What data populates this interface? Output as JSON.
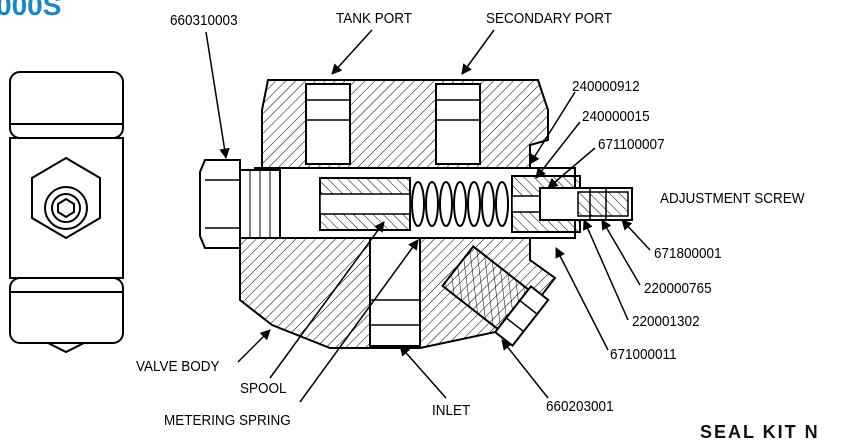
{
  "diagram": {
    "title_fragment": "000S",
    "corner_text_fragment": "SEAL KIT N",
    "accent_color": "#1a86c8",
    "labels": {
      "top_part": "660310003",
      "tank_port": "TANK PORT",
      "secondary_port": "SECONDARY PORT",
      "p240000912": "240000912",
      "p240000015": "240000015",
      "p671100007": "671100007",
      "adjustment_screw": "ADJUSTMENT SCREW",
      "p671800001": "671800001",
      "p220000765": "220000765",
      "p220001302": "220001302",
      "p671000011": "671000011",
      "valve_body": "VALVE BODY",
      "spool": "SPOOL",
      "metering_spring": "METERING SPRING",
      "inlet": "INLET",
      "p660203001": "660203001"
    }
  }
}
